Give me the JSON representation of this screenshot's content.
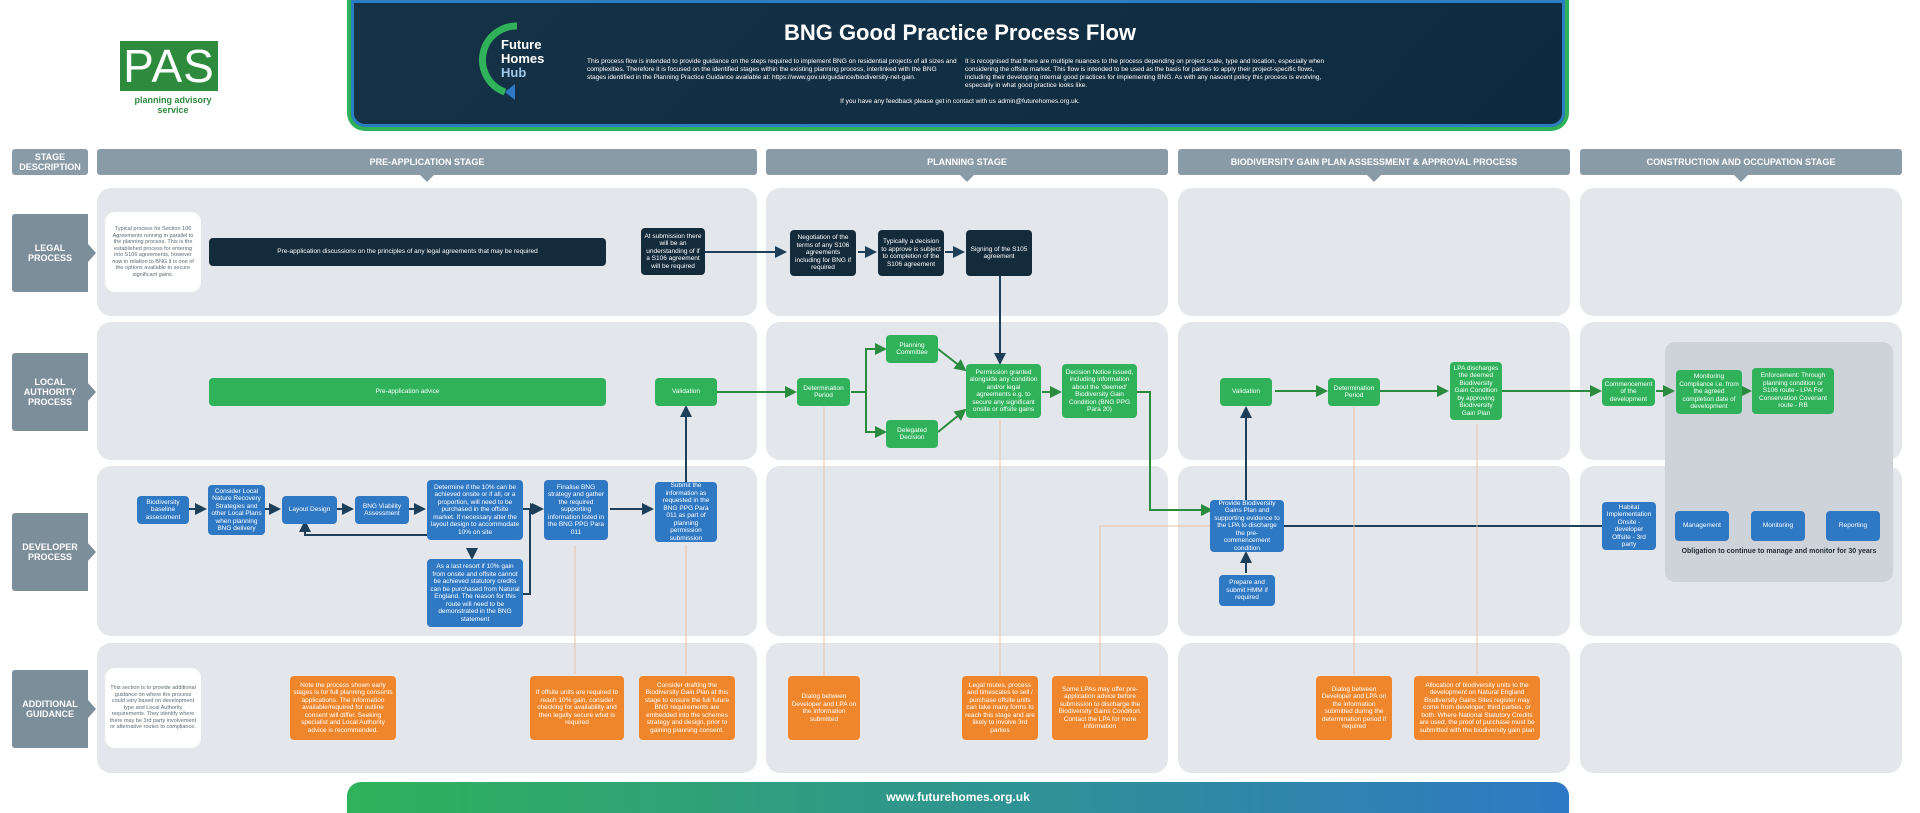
{
  "logo": {
    "text": "PAS",
    "sub": "planning advisory service"
  },
  "hub": {
    "line1": "Future",
    "line2": "Homes",
    "line3": "Hub"
  },
  "header": {
    "title": "BNG Good Practice Process Flow",
    "p1": "This process flow is intended to provide guidance on the steps required to implement BNG on residential projects of all sizes and complexities. Therefore it is focused on the identified stages within the existing planning process, interlinked with the BNG stages identified in the Planning Practice Guidance available at: https://www.gov.uk/guidance/biodiversity-net-gain.",
    "p2": "It is recognised that there are multiple nuances to the process depending on project scale, type and location, especially when considering the offsite market. This flow is intended to be used as the basis for parties to apply their project-specific flows, including their developing internal good practices for implementing BNG. As with any nascent policy this process is evolving, especially in what good practice looks like.",
    "feedback": "If you have any feedback please get in contact with us admin@futurehomes.org.uk."
  },
  "stages": {
    "desc": "STAGE DESCRIPTION",
    "pre": "PRE-APPLICATION STAGE",
    "planning": "PLANNING STAGE",
    "bgp": "BIODIVERSITY GAIN PLAN ASSESSMENT & APPROVAL PROCESS",
    "construction": "CONSTRUCTION AND OCCUPATION STAGE"
  },
  "rows": {
    "legal": "LEGAL PROCESS",
    "la": "LOCAL AUTHORITY PROCESS",
    "dev": "DEVELOPER PROCESS",
    "add": "ADDITIONAL GUIDANCE"
  },
  "notes": {
    "legal": "Typical process for Section 106 Agreements running in parallel to the planning process. This is the established process for entering into S106 agreements, however now in relation to BNG it is one of the options available to secure significant gains.",
    "add": "This section is to provide additional guidance on where the process could vary based on development type and Local Authority requirements. They identify where there may be 3rd party involvement or alternative routes to compliance."
  },
  "legal": {
    "preapp": "Pre-application discussions on the principles of any legal agreements that may be required",
    "submission": "At submission there will be an understanding of if a S106 agreement will be required",
    "negotiation": "Negotiation of the terms of any S106 agreements including for BNG if required",
    "decision": "Typically a decision to approve is subject to completion of the S106 agreement",
    "signing": "Signing of the S105 agreement"
  },
  "la": {
    "preadvice": "Pre-application advice",
    "validation": "Validation",
    "determination": "Determination Period",
    "committee": "Planning Committee",
    "delegated": "Delegated Decision",
    "permission": "Permission granted alongside any condition and/or legal agreements e.g. to secure any significant onsite or offsite gains",
    "notice": "Decision Notice issued, including information about the 'deemed' Biodiversity Gain Condition (BNG PPG Para 20)",
    "validation2": "Validation",
    "determination2": "Determination Period",
    "discharge": "LPA discharges the deemed Biodiversity Gain Condition by approving Biodiversity Gain Plan",
    "commencement": "Commencement of the development",
    "monitoring": "Monitoring Compliance i.e. from the agreed completion date of development",
    "enforcement": "Enforcement: Through planning condition or S106 route - LPA For Conservation Covenant route - RB"
  },
  "dev": {
    "baseline": "Biodiversity baseline assessment",
    "lnrs": "Consider Local Nature Recovery Strategies and other Local Plans when planning BNG delivery",
    "layout": "Layout Design",
    "viability": "BNG Viability Assessment",
    "determine": "Determine if the 10% can be achieved onsite or if all, or a proportion, will need to be purchased in the offsite market. If necessary alter the layout design to accommodate 10% on site",
    "lastresort": "As a last resort if 10% gain from onsite and offsite cannot be achieved statutory credits can be purchased from Natural England. The reason for this route will need to be demonstrated in the BNG statement",
    "finalise": "Finalise BNG strategy and gather the required supporting information listed in the BNG PPG Para 011",
    "submit": "Submit the information as requested in the BNG PPG Para 011 as part of planning permission submission",
    "provide": "Provide Biodiversity Gains Plan and supporting evidence to the LPA to discharge the pre-commencement condition",
    "hmmp": "Prepare and submit HMM if required",
    "habitat": "Habitat Implementation Onsite - developer Offsite - 3rd party",
    "management": "Management",
    "monitoring": "Monitoring",
    "reporting": "Reporting",
    "obligation": "Obligation to continue to manage and monitor for 30 years"
  },
  "guidance": {
    "g1": "Note the process shown early stages is for full planning consents applications. The information available/required for outline consent will differ. Seeking specialist and Local Authority advice is recommended.",
    "g2": "If offsite units are required to reach 10% gain, consider checking for availability and then legally secure what is required",
    "g3": "Consider drafting the Biodiversity Gain Plan at this stage to ensure the full future BNG requirements are embedded into the schemes strategy and design, prior to gaining planning consent.",
    "g4": "Dialog between Developer and LPA on the information submitted",
    "g5": "Legal routes, process and timescales to sell / purchase offsite units can take many forms to reach this stage and are likely to involve 3rd parties",
    "g6": "Some LPAs may offer pre-application advice before submission to discharge the Biodiversity Gains Condition. Contact the LPA for more information",
    "g7": "Dialog between Developer and LPA on the information submitted during the determination period if required",
    "g8": "Allocation of biodiversity units to the development on Natural England Biodiversity Gains Sites register may come from developer, third parties, or both. Where National Statutory Credits are used, the proof of purchase must be submitted with the biodiversity gain plan"
  },
  "footer": "www.futurehomes.org.uk"
}
